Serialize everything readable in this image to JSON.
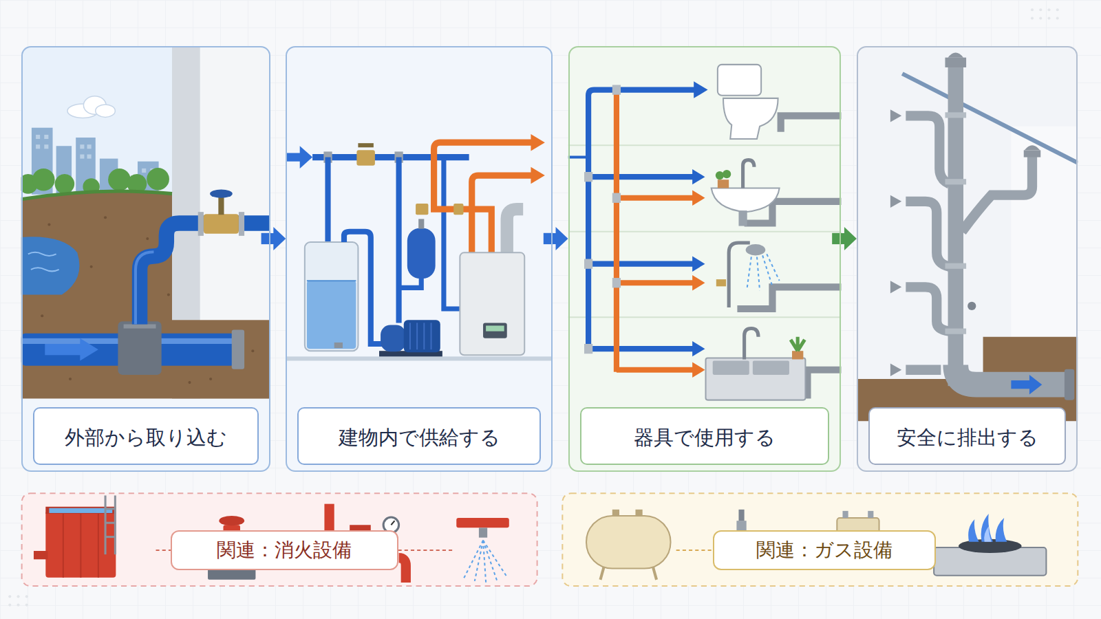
{
  "diagram": {
    "nodes": [
      {
        "text": [
          "外部から取り込む"
        ]
      },
      {
        "text": [
          "建物内で供給する"
        ]
      },
      {
        "text": [
          "器具で使用する"
        ]
      },
      {
        "text": [
          "安全に排出する"
        ]
      },
      {
        "text": [
          "関連：消火設備"
        ]
      },
      {
        "text": [
          "関連：ガス設備"
        ]
      }
    ],
    "edges": [
      {
        "from": 0,
        "to": 1,
        "arrow": "to"
      },
      {
        "from": 1,
        "to": 2,
        "arrow": "to"
      },
      {
        "from": 2,
        "to": 3,
        "arrow": "to"
      }
    ]
  }
}
